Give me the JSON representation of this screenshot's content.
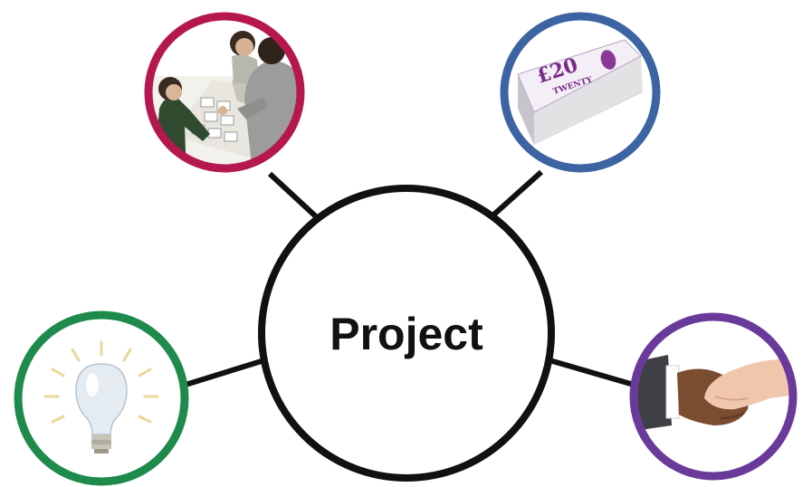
{
  "diagram": {
    "center": {
      "label": "Project"
    },
    "nodes": [
      {
        "id": "team",
        "icon": "team-meeting-illustration",
        "color": "#b5174f"
      },
      {
        "id": "money",
        "icon": "banknote-stack-illustration",
        "color": "#3c63a2"
      },
      {
        "id": "idea",
        "icon": "lightbulb-illustration",
        "color": "#1e8a4c"
      },
      {
        "id": "partnership",
        "icon": "handshake-illustration",
        "color": "#6a3a9b"
      }
    ],
    "connector_color": "#111111"
  }
}
